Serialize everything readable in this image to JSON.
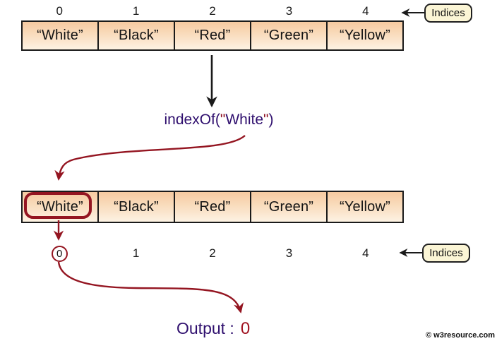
{
  "colors": {
    "maroon_accent": "#941521",
    "purple_text": "#2f0f6e",
    "cell_gradient_top": "#f6c9a0",
    "cell_gradient_bottom": "#fdf2e3",
    "cell_border": "#1a1a1a",
    "label_box_bg": "#fbf5d5"
  },
  "indices_badge": {
    "label": "Indices"
  },
  "top_array": {
    "indices": [
      "0",
      "1",
      "2",
      "3",
      "4"
    ],
    "cells": [
      "“White”",
      "“Black”",
      "“Red”",
      "“Green”",
      "“Yellow”"
    ]
  },
  "method_call": {
    "prefix": "indexOf(",
    "open_quote": "\"",
    "argument": "White",
    "close_quote": "\"",
    "suffix": ")"
  },
  "bottom_array": {
    "indices": [
      "0",
      "1",
      "2",
      "3",
      "4"
    ],
    "cells": [
      "“White”",
      "“Black”",
      "“Red”",
      "“Green”",
      "“Yellow”"
    ],
    "highlighted_cell_index": 0,
    "result_index": "0"
  },
  "output": {
    "label": "Output :",
    "value": "0"
  },
  "footer": {
    "copyright": "© w3resource.com"
  }
}
